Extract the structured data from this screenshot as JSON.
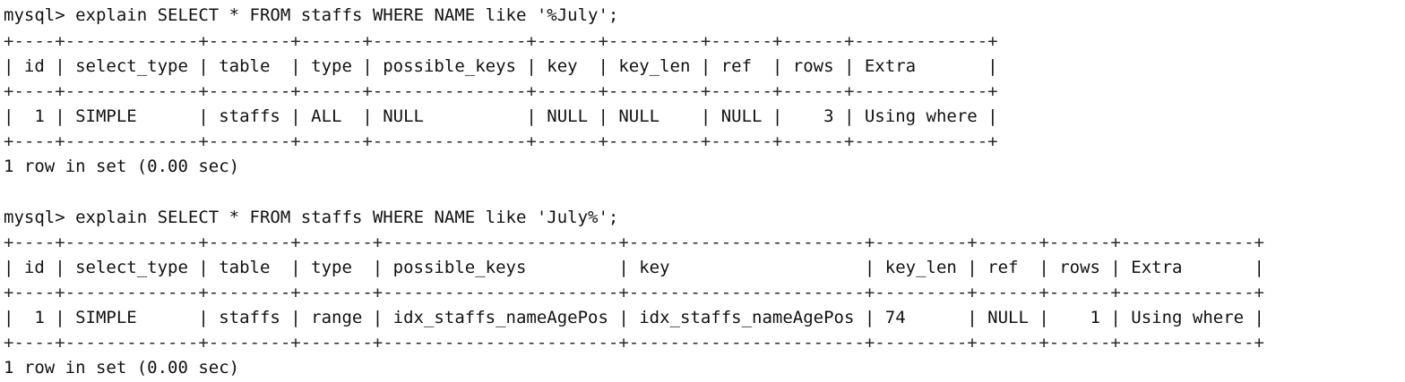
{
  "session": {
    "blocks": [
      {
        "prompt": "mysql>",
        "command": "explain SELECT * FROM staffs WHERE NAME like '%July';",
        "separator": "+----+-------------+--------+------+---------------+------+---------+------+------+-------------+",
        "header_row": "| id | select_type | table  | type | possible_keys | key  | key_len | ref  | rows | Extra       |",
        "data_row": "|  1 | SIMPLE      | staffs | ALL  | NULL          | NULL | NULL    | NULL |    3 | Using where |",
        "summary": "1 row in set (0.00 sec)"
      },
      {
        "prompt": "mysql>",
        "command": "explain SELECT * FROM staffs WHERE NAME like 'July%';",
        "separator": "+----+-------------+--------+-------+-----------------------+-----------------------+---------+------+------+-------------+",
        "header_row": "| id | select_type | table  | type  | possible_keys         | key                   | key_len | ref  | rows | Extra       |",
        "data_row": "|  1 | SIMPLE      | staffs | range | idx_staffs_nameAgePos | idx_staffs_nameAgePos | 74      | NULL |    1 | Using where |",
        "summary": "1 row in set (0.00 sec)"
      }
    ]
  }
}
